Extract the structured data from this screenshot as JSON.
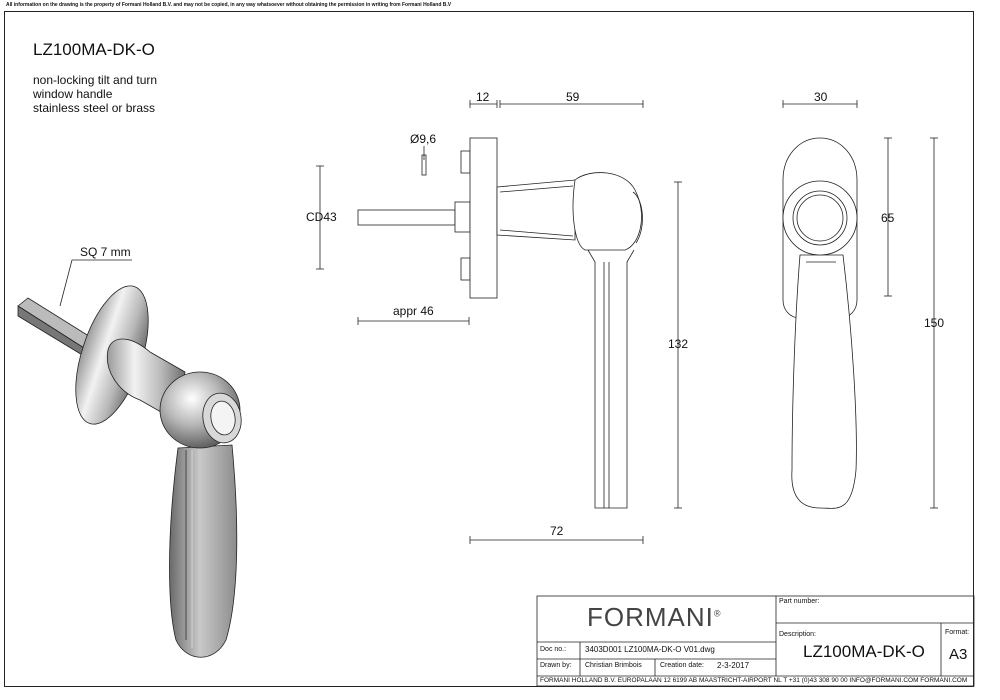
{
  "header": {
    "copyright": "All information on the drawing is the property of Formani Holland B.V. and may not be copied, in any way whatsoever without obtaining the permission in writing from Formani Holland B.V"
  },
  "product": {
    "code": "LZ100MA-DK-O",
    "description_lines": [
      "non-locking tilt and turn",
      "window handle",
      "stainless steel or brass"
    ]
  },
  "dimensions": {
    "sq": "SQ 7 mm",
    "d12": "12",
    "d59": "59",
    "phi": "Ø9,6",
    "cd43": "CD43",
    "appr46": "appr 46",
    "d132": "132",
    "d72": "72",
    "d30": "30",
    "d65": "65",
    "d150": "150"
  },
  "title_block": {
    "brand": "FORMANI",
    "brand_mark": "®",
    "part_number_label": "Part number:",
    "description_label": "Description:",
    "format_label": "Format:",
    "doc_no_label": "Doc no.:",
    "doc_no_value": "3403D001 LZ100MA-DK-O V01.dwg",
    "drawn_by_label": "Drawn by:",
    "drawn_by_value": "Christian Brimbois",
    "creation_date_label": "Creation date:",
    "creation_date_value": "2-3-2017",
    "description_value": "LZ100MA-DK-O",
    "format_value": "A3",
    "footer": "FORMANI HOLLAND B.V.  EUROPALAAN 12  6199 AB MAASTRICHT-AIRPORT NL  T +31 (0)43 308 90 00 INFO@FORMANI.COM FORMANI.COM"
  },
  "colors": {
    "line": "#222222",
    "metal_light": "#e4e4e4",
    "metal_dark": "#8a8a8a"
  }
}
